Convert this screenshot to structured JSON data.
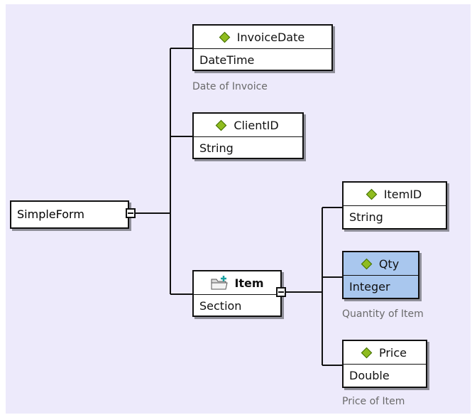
{
  "root": {
    "label": "SimpleForm"
  },
  "fields": {
    "invoice_date": {
      "name": "InvoiceDate",
      "type": "DateTime",
      "caption": "Date of Invoice"
    },
    "client_id": {
      "name": "ClientID",
      "type": "String"
    },
    "item_id": {
      "name": "ItemID",
      "type": "String"
    },
    "qty": {
      "name": "Qty",
      "type": "Integer",
      "caption": "Quantity of Item"
    },
    "price": {
      "name": "Price",
      "type": "Double",
      "caption": "Price of Item"
    }
  },
  "section": {
    "name": "Item",
    "type": "Section"
  },
  "colors": {
    "background": "#edeafb",
    "selected": "#a9c7ee",
    "diamond": "#8fbc1f",
    "section_plus": "#1aa0a0"
  },
  "icons": {
    "field": "diamond-icon",
    "section": "folder-plus-icon",
    "collapse": "minus-toggle-icon"
  }
}
